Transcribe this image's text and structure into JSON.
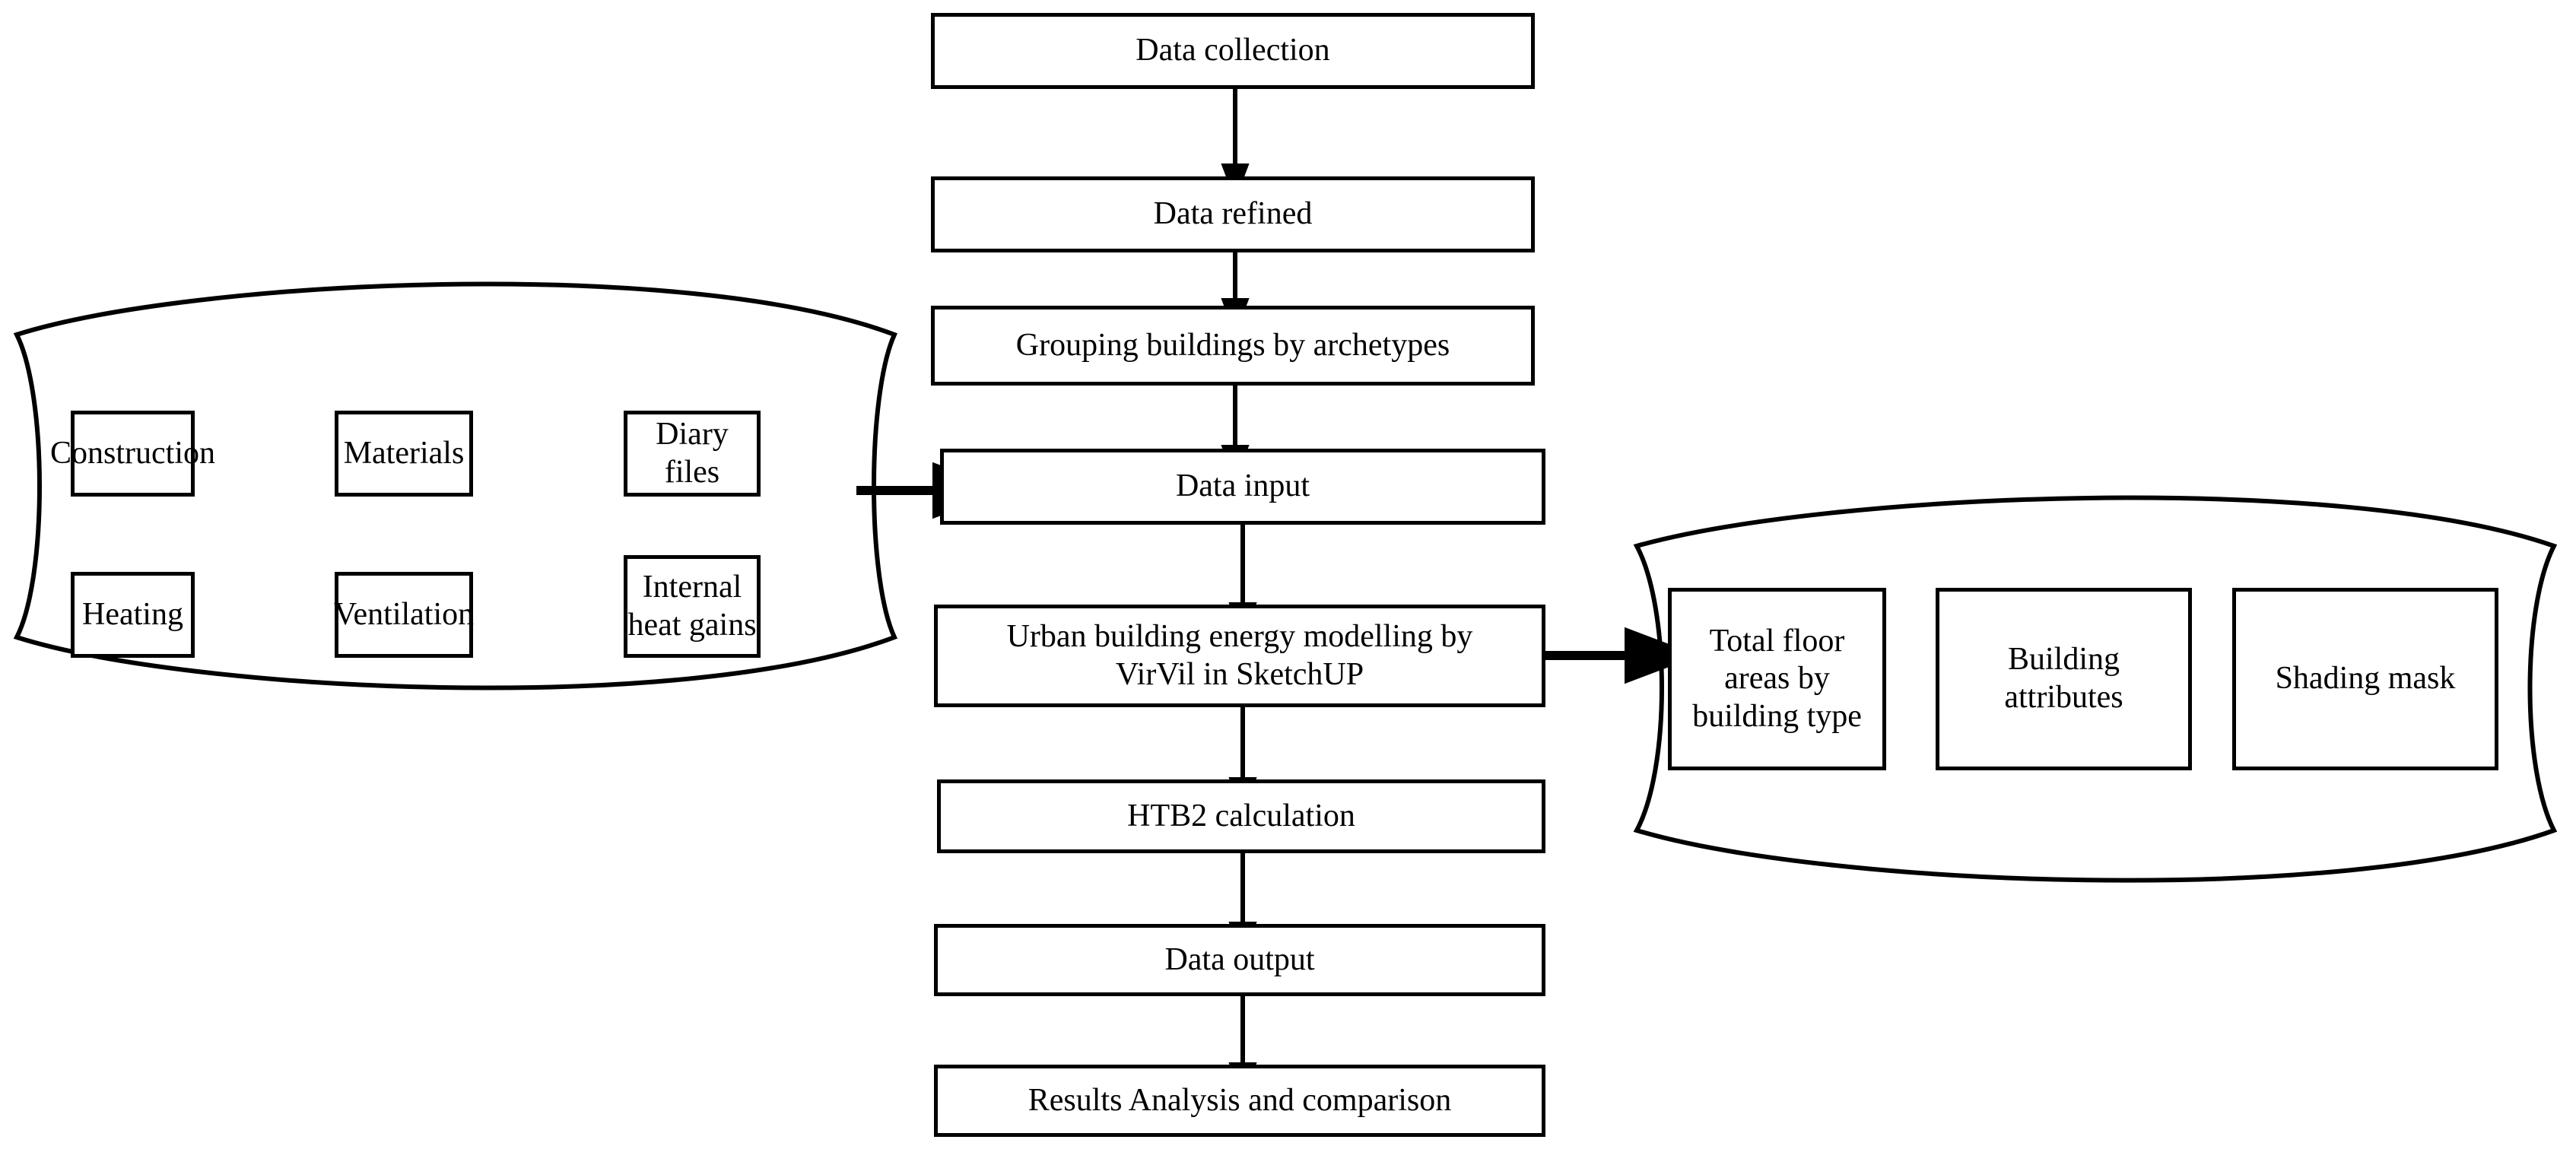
{
  "diagram": {
    "title": "Urban building energy modelling workflow",
    "stroke_color": "#000000",
    "fill_color": "#ffffff",
    "background": "#ffffff"
  },
  "main_flow": {
    "name": "main-vertical-flow",
    "steps": [
      {
        "id": "data-collection",
        "label": "Data collection"
      },
      {
        "id": "data-refined",
        "label": "Data refined"
      },
      {
        "id": "grouping",
        "label": "Grouping buildings by archetypes"
      },
      {
        "id": "data-input",
        "label": "Data input"
      },
      {
        "id": "ubem",
        "label": "Urban building energy modelling by\nVirVil in SketchUP"
      },
      {
        "id": "htb2",
        "label": "HTB2 calculation"
      },
      {
        "id": "data-output",
        "label": "Data output"
      },
      {
        "id": "results",
        "label": "Results Analysis and comparison"
      }
    ]
  },
  "inputs_group": {
    "name": "inputs-container",
    "items": [
      {
        "id": "construction",
        "label": "Construction"
      },
      {
        "id": "materials",
        "label": "Materials"
      },
      {
        "id": "diary-files",
        "label": "Diary files"
      },
      {
        "id": "heating",
        "label": "Heating"
      },
      {
        "id": "ventilation",
        "label": "Ventilation"
      },
      {
        "id": "internal-heat-gains",
        "label": "Internal\nheat gains"
      }
    ]
  },
  "outputs_group": {
    "name": "outputs-container",
    "items": [
      {
        "id": "total-floor-areas",
        "label": "Total floor\nareas by\nbuilding type"
      },
      {
        "id": "building-attributes",
        "label": "Building\nattributes"
      },
      {
        "id": "shading-mask",
        "label": "Shading mask"
      }
    ]
  },
  "connectors": [
    {
      "id": "arrow-collection-to-refined",
      "from": "data-collection",
      "to": "data-refined",
      "direction": "down"
    },
    {
      "id": "arrow-refined-to-grouping",
      "from": "data-refined",
      "to": "grouping",
      "direction": "down"
    },
    {
      "id": "arrow-grouping-to-input",
      "from": "grouping",
      "to": "data-input",
      "direction": "down"
    },
    {
      "id": "arrow-input-to-ubem",
      "from": "data-input",
      "to": "ubem",
      "direction": "down"
    },
    {
      "id": "arrow-ubem-to-htb2",
      "from": "ubem",
      "to": "htb2",
      "direction": "down"
    },
    {
      "id": "arrow-htb2-to-output",
      "from": "htb2",
      "to": "data-output",
      "direction": "down"
    },
    {
      "id": "arrow-output-to-results",
      "from": "data-output",
      "to": "results",
      "direction": "down"
    },
    {
      "id": "arrow-inputs-to-data-input",
      "from": "inputs-container",
      "to": "data-input",
      "direction": "right"
    },
    {
      "id": "arrow-ubem-to-outputs",
      "from": "ubem",
      "to": "outputs-container",
      "direction": "right"
    }
  ]
}
